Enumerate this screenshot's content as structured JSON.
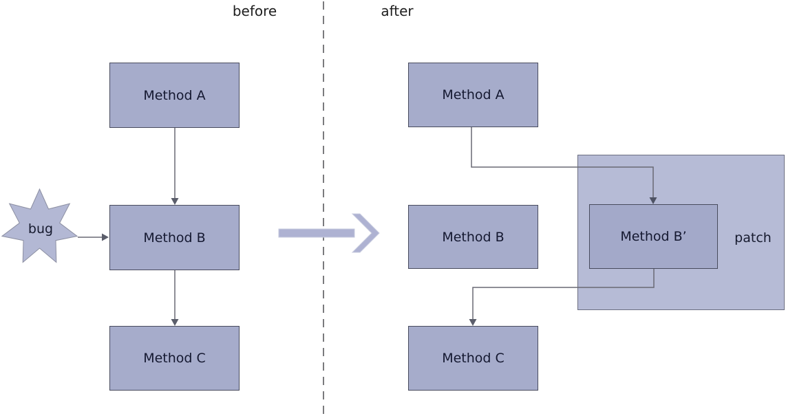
{
  "title_labels": {
    "before": "before",
    "after": "after"
  },
  "left_column": {
    "method_a": "Method A",
    "method_b": "Method B",
    "method_c": "Method C"
  },
  "right_column": {
    "method_a": "Method A",
    "method_b": "Method B",
    "method_b_prime": "Method B’",
    "method_c": "Method C"
  },
  "annotations": {
    "bug": "bug",
    "patch": "patch"
  },
  "colors": {
    "background": "#ffffff",
    "box_fill": "#a6accb",
    "box_border": "#474a5c",
    "box_text": "#141830",
    "patch_fill": "#b6bbd6",
    "patch_border": "#6b6e80",
    "star_fill": "#b3b8d4",
    "star_border": "#8b8ea1",
    "connector": "#696973",
    "arrowhead": "#5b5e6b",
    "big_arrow_fill": "#aeb2d2",
    "big_arrow_edge": "#c6cade",
    "divider": "#7a7a7d",
    "label_text": "#1e1e1e"
  }
}
